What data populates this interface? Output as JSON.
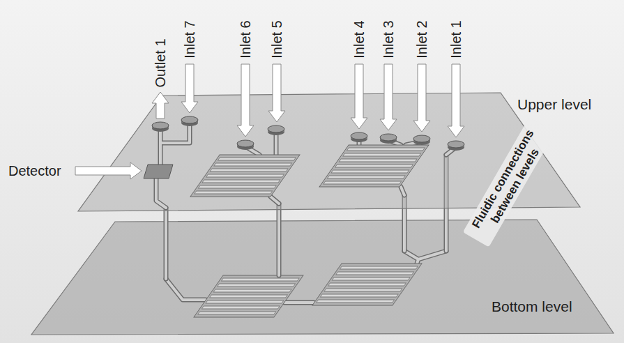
{
  "diagram": {
    "labels": [
      "Outlet 1",
      "Inlet 7",
      "Inlet 6",
      "Inlet 5",
      "Inlet 4",
      "Inlet 3",
      "Inlet 2",
      "Inlet 1",
      "Upper level",
      "Detector",
      "Fluidic connections between levels",
      "Bottom level"
    ]
  }
}
